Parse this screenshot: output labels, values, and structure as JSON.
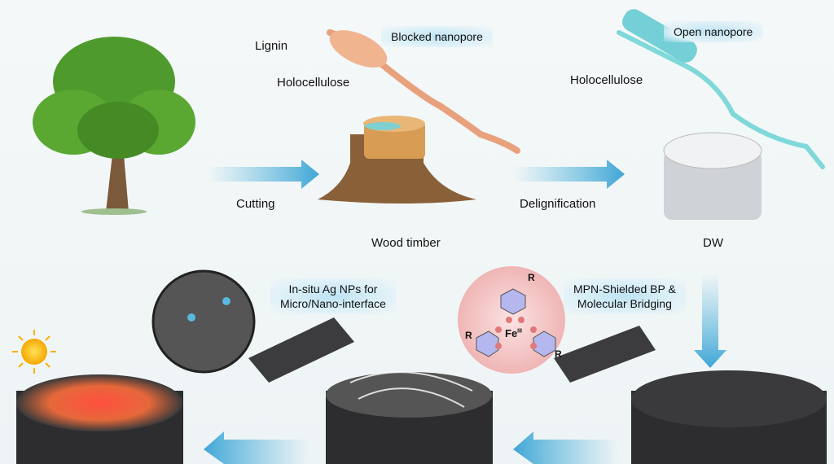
{
  "labels": {
    "lignin": "Lignin",
    "blocked_nanopore": "Blocked nanopore",
    "holocellulose_left": "Holocellulose",
    "open_nanopore": "Open nanopore",
    "holocellulose_right": "Holocellulose",
    "cutting": "Cutting",
    "delignification": "Delignification",
    "wood_timber": "Wood timber",
    "dw": "DW",
    "ag_np_line1": "In-situ Ag NPs for",
    "ag_np_line2": "Micro/Nano-interface",
    "mpn_line1": "MPN-Shielded BP &",
    "mpn_line2": "Molecular Bridging"
  },
  "molecule": {
    "r": "R",
    "fe": "Fe",
    "fe_ox": "III"
  },
  "colors": {
    "arrow": "#5ab8de",
    "tree": "#4f9a2c",
    "wood": "#c98a4a",
    "dw": "#d9dcdf",
    "black_wood": "#2b2b2d",
    "heat": "#e4473a"
  }
}
